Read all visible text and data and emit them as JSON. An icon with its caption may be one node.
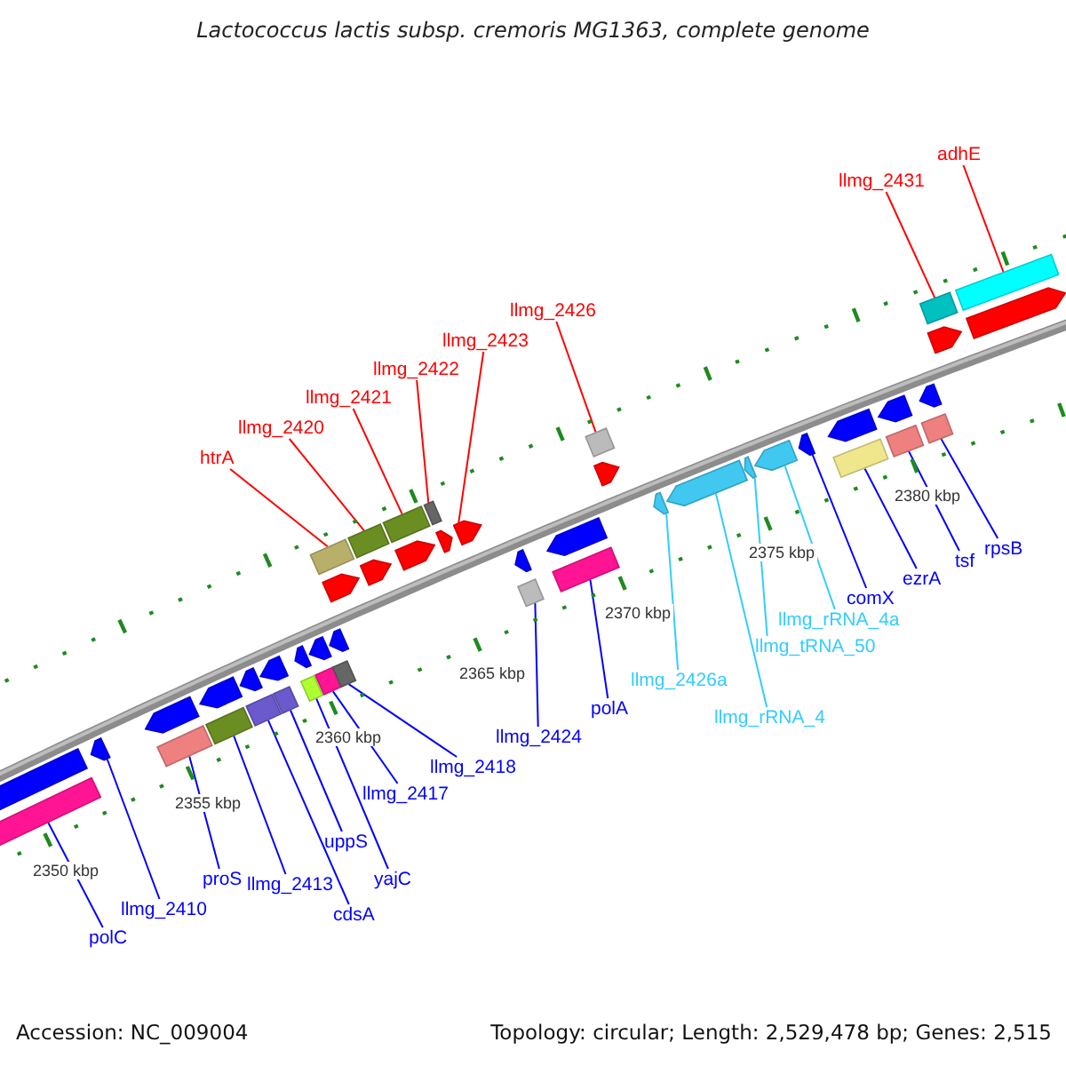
{
  "diagram": {
    "title": "Lactococcus lactis subsp. cremoris MG1363, complete genome",
    "nodes": [
      {
        "text": [
          "adhE"
        ]
      },
      {
        "text": [
          "llmg_2431"
        ]
      },
      {
        "text": [
          "llmg_2426"
        ]
      },
      {
        "text": [
          "llmg_2423"
        ]
      },
      {
        "text": [
          "llmg_2422"
        ]
      },
      {
        "text": [
          "llmg_2421"
        ]
      },
      {
        "text": [
          "llmg_2420"
        ]
      },
      {
        "text": [
          "htrA"
        ]
      },
      {
        "text": [
          "rpsB"
        ]
      },
      {
        "text": [
          "tsf"
        ]
      },
      {
        "text": [
          "ezrA"
        ]
      },
      {
        "text": [
          "comX"
        ]
      },
      {
        "text": [
          "llmg_rRNA_4a"
        ]
      },
      {
        "text": [
          "llmg_tRNA_50"
        ]
      },
      {
        "text": [
          "llmg_2426a"
        ]
      },
      {
        "text": [
          "llmg_rRNA_4"
        ]
      },
      {
        "text": [
          "polA"
        ]
      },
      {
        "text": [
          "llmg_2424"
        ]
      },
      {
        "text": [
          "llmg_2418"
        ]
      },
      {
        "text": [
          "llmg_2417"
        ]
      },
      {
        "text": [
          "uppS"
        ]
      },
      {
        "text": [
          "proS"
        ]
      },
      {
        "text": [
          "yajC"
        ]
      },
      {
        "text": [
          "llmg_2413"
        ]
      },
      {
        "text": [
          "llmg_2410"
        ]
      },
      {
        "text": [
          "cdsA"
        ]
      },
      {
        "text": [
          "polC"
        ]
      },
      {
        "text": [],
        "shape": "arrow"
      },
      {
        "text": [],
        "shape": "arrow"
      },
      {
        "text": [],
        "shape": "arrow"
      },
      {
        "text": [],
        "shape": "arrow"
      },
      {
        "text": [],
        "shape": "arrow"
      },
      {
        "text": [],
        "shape": "arrow"
      },
      {
        "text": [],
        "shape": "arrow"
      },
      {
        "text": [],
        "shape": "arrow"
      },
      {
        "text": [],
        "shape": "box"
      },
      {
        "text": [],
        "shape": "box"
      },
      {
        "text": [],
        "shape": "box"
      },
      {
        "text": [],
        "shape": "box"
      },
      {
        "text": [],
        "shape": "box"
      },
      {
        "text": [],
        "shape": "box"
      },
      {
        "text": [],
        "shape": "box"
      },
      {
        "text": [],
        "shape": "arrow"
      },
      {
        "text": [],
        "shape": "arrow"
      },
      {
        "text": [],
        "shape": "arrow"
      },
      {
        "text": [],
        "shape": "arrow"
      },
      {
        "text": [],
        "shape": "arrow"
      },
      {
        "text": [],
        "shape": "arrow"
      },
      {
        "text": [],
        "shape": "arrow"
      },
      {
        "text": [],
        "shape": "arrow"
      },
      {
        "text": [],
        "shape": "arrow"
      },
      {
        "text": [],
        "shape": "arrow"
      },
      {
        "text": [],
        "shape": "arrow"
      },
      {
        "text": [],
        "shape": "arrow"
      },
      {
        "text": [],
        "shape": "arrow"
      },
      {
        "text": [],
        "shape": "arrow"
      },
      {
        "text": [],
        "shape": "arrow"
      },
      {
        "text": [],
        "shape": "arrow"
      },
      {
        "text": [],
        "shape": "arrow"
      },
      {
        "text": [],
        "shape": "arrow"
      },
      {
        "text": [],
        "shape": "arrow"
      },
      {
        "text": [],
        "shape": "box"
      },
      {
        "text": [],
        "shape": "box"
      },
      {
        "text": [],
        "shape": "box"
      },
      {
        "text": [],
        "shape": "box"
      },
      {
        "text": [],
        "shape": "box"
      },
      {
        "text": [],
        "shape": "box"
      },
      {
        "text": [],
        "shape": "box"
      },
      {
        "text": [],
        "shape": "box"
      },
      {
        "text": [],
        "shape": "box"
      },
      {
        "text": [],
        "shape": "box"
      },
      {
        "text": [],
        "shape": "box"
      },
      {
        "text": [],
        "shape": "box"
      },
      {
        "text": [],
        "shape": "box"
      }
    ],
    "edges": [
      {
        "from": 0,
        "to": 41,
        "arrow": "none",
        "color": "#ff0000"
      },
      {
        "from": 1,
        "to": 40,
        "arrow": "none",
        "color": "#ff0000"
      },
      {
        "from": 2,
        "to": 39,
        "arrow": "none",
        "color": "#ff0000"
      },
      {
        "from": 3,
        "to": 31,
        "arrow": "none",
        "color": "#ff0000"
      },
      {
        "from": 4,
        "to": 38,
        "arrow": "none",
        "color": "#ff0000"
      },
      {
        "from": 5,
        "to": 37,
        "arrow": "none",
        "color": "#ff0000"
      },
      {
        "from": 6,
        "to": 36,
        "arrow": "none",
        "color": "#ff0000"
      },
      {
        "from": 7,
        "to": 35,
        "arrow": "none",
        "color": "#ff0000"
      },
      {
        "from": 8,
        "to": 73,
        "arrow": "none"
      },
      {
        "from": 9,
        "to": 72,
        "arrow": "none"
      },
      {
        "from": 10,
        "to": 71,
        "arrow": "none"
      },
      {
        "from": 11,
        "to": 57,
        "arrow": "none"
      },
      {
        "from": 12,
        "to": 56,
        "arrow": "none",
        "color": "#33ccff"
      },
      {
        "from": 13,
        "to": 55,
        "arrow": "none",
        "color": "#33ccff"
      },
      {
        "from": 14,
        "to": 53,
        "arrow": "none",
        "color": "#33ccff"
      },
      {
        "from": 15,
        "to": 54,
        "arrow": "none",
        "color": "#33ccff"
      },
      {
        "from": 16,
        "to": 70,
        "arrow": "none"
      },
      {
        "from": 17,
        "to": 69,
        "arrow": "none"
      },
      {
        "from": 18,
        "to": 68,
        "arrow": "none"
      },
      {
        "from": 19,
        "to": 67,
        "arrow": "none"
      },
      {
        "from": 20,
        "to": 65,
        "arrow": "none"
      },
      {
        "from": 21,
        "to": 62,
        "arrow": "none"
      },
      {
        "from": 22,
        "to": 66,
        "arrow": "none"
      },
      {
        "from": 23,
        "to": 63,
        "arrow": "none"
      },
      {
        "from": 24,
        "to": 43,
        "arrow": "none"
      },
      {
        "from": 25,
        "to": 64,
        "arrow": "none"
      },
      {
        "from": 26,
        "to": 61,
        "arrow": "none"
      }
    ],
    "labels": [
      "2350 kbp",
      "2355 kbp",
      "2360 kbp",
      "2365 kbp",
      "2370 kbp",
      "2375 kbp",
      "2380 kbp",
      "Accession: NC_009004",
      "Topology: circular; Length: 2,529,478 bp; Genes: 2,515"
    ]
  }
}
